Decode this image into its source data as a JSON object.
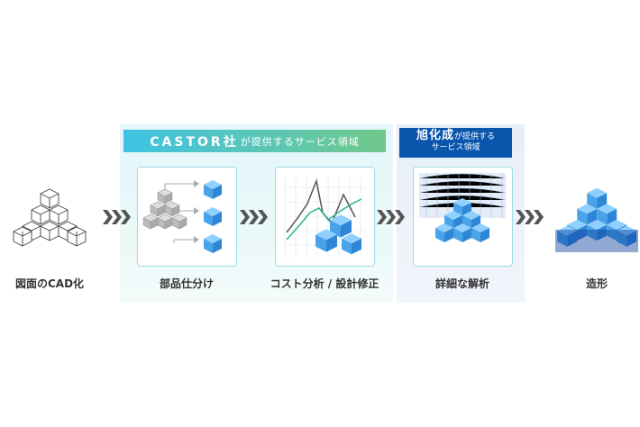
{
  "castor_banner": {
    "brand": "CASTOR社",
    "suffix": "が提供するサービス領域"
  },
  "asahi_banner": {
    "brand": "旭化成",
    "suffix_line1": "が提供する",
    "suffix_line2": "サービス領域"
  },
  "steps": [
    {
      "label": "図面のCAD化",
      "icon": "wireframe-cubes-icon"
    },
    {
      "label": "部品仕分け",
      "icon": "part-sorting-icon"
    },
    {
      "label": "コスト分析 / 設計修正",
      "icon": "cost-chart-icon"
    },
    {
      "label": "詳細な解析",
      "icon": "analysis-mesh-icon"
    },
    {
      "label": "造形",
      "icon": "blue-cubes-icon"
    }
  ],
  "colors": {
    "castor_start": "#3fc3e3",
    "castor_end": "#70c98a",
    "asahi": "#0b56ad",
    "cube_blue": "#4aa3e8"
  }
}
